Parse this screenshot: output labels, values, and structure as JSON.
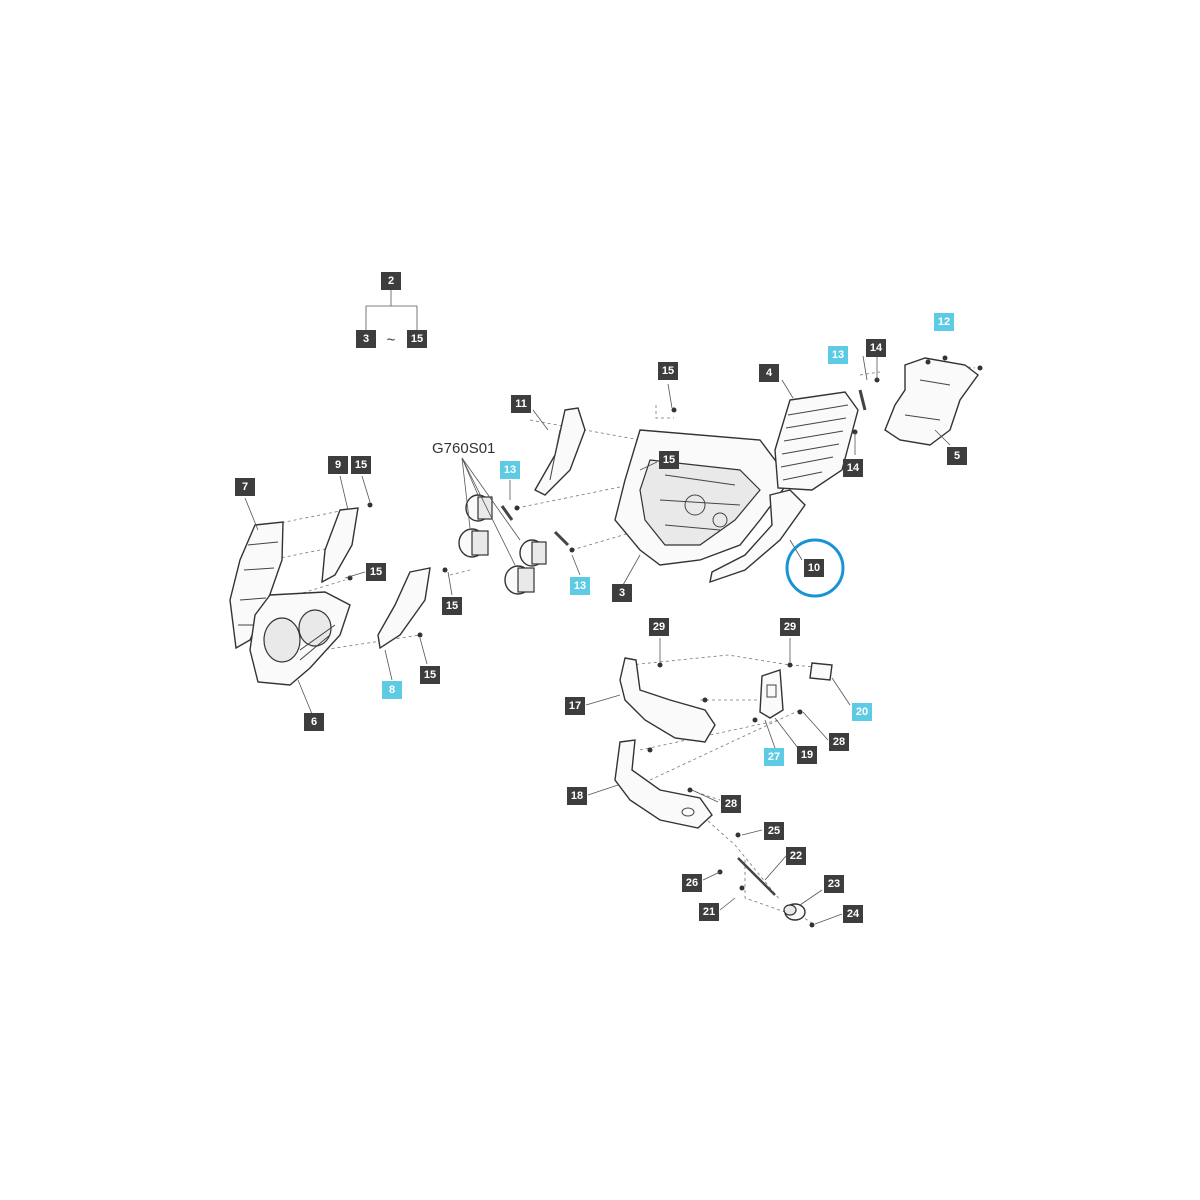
{
  "diagram": {
    "reference_code": "G760S01",
    "range_separator": "~",
    "highlight_color": "#1a93d6",
    "label_colors": {
      "normal": "#3d3d3d",
      "cyan": "#5dcbe3",
      "text": "#ffffff"
    },
    "callouts": [
      {
        "id": "c2",
        "text": "2",
        "style": "normal"
      },
      {
        "id": "c3",
        "text": "3",
        "style": "normal"
      },
      {
        "id": "c15a",
        "text": "15",
        "style": "normal"
      },
      {
        "id": "c11",
        "text": "11",
        "style": "normal"
      },
      {
        "id": "c15b",
        "text": "15",
        "style": "normal"
      },
      {
        "id": "c4",
        "text": "4",
        "style": "normal"
      },
      {
        "id": "c13a",
        "text": "13",
        "style": "cyan"
      },
      {
        "id": "c14a",
        "text": "14",
        "style": "normal"
      },
      {
        "id": "c12",
        "text": "12",
        "style": "cyan"
      },
      {
        "id": "c5",
        "text": "5",
        "style": "normal"
      },
      {
        "id": "c14b",
        "text": "14",
        "style": "normal"
      },
      {
        "id": "c15c",
        "text": "15",
        "style": "normal"
      },
      {
        "id": "c13b",
        "text": "13",
        "style": "cyan"
      },
      {
        "id": "c9",
        "text": "9",
        "style": "normal"
      },
      {
        "id": "c15d",
        "text": "15",
        "style": "normal"
      },
      {
        "id": "c7",
        "text": "7",
        "style": "normal"
      },
      {
        "id": "c15e",
        "text": "15",
        "style": "normal"
      },
      {
        "id": "c15f",
        "text": "15",
        "style": "normal"
      },
      {
        "id": "c13c",
        "text": "13",
        "style": "cyan"
      },
      {
        "id": "c3b",
        "text": "3",
        "style": "normal"
      },
      {
        "id": "c10",
        "text": "10",
        "style": "normal"
      },
      {
        "id": "c15g",
        "text": "15",
        "style": "normal"
      },
      {
        "id": "c8",
        "text": "8",
        "style": "cyan"
      },
      {
        "id": "c6",
        "text": "6",
        "style": "normal"
      },
      {
        "id": "c29a",
        "text": "29",
        "style": "normal"
      },
      {
        "id": "c29b",
        "text": "29",
        "style": "normal"
      },
      {
        "id": "c17",
        "text": "17",
        "style": "normal"
      },
      {
        "id": "c20",
        "text": "20",
        "style": "cyan"
      },
      {
        "id": "c27",
        "text": "27",
        "style": "cyan"
      },
      {
        "id": "c19",
        "text": "19",
        "style": "normal"
      },
      {
        "id": "c28a",
        "text": "28",
        "style": "normal"
      },
      {
        "id": "c18",
        "text": "18",
        "style": "normal"
      },
      {
        "id": "c28b",
        "text": "28",
        "style": "normal"
      },
      {
        "id": "c25",
        "text": "25",
        "style": "normal"
      },
      {
        "id": "c22",
        "text": "22",
        "style": "normal"
      },
      {
        "id": "c26",
        "text": "26",
        "style": "normal"
      },
      {
        "id": "c23",
        "text": "23",
        "style": "normal"
      },
      {
        "id": "c21",
        "text": "21",
        "style": "normal"
      },
      {
        "id": "c24",
        "text": "24",
        "style": "normal"
      }
    ]
  }
}
